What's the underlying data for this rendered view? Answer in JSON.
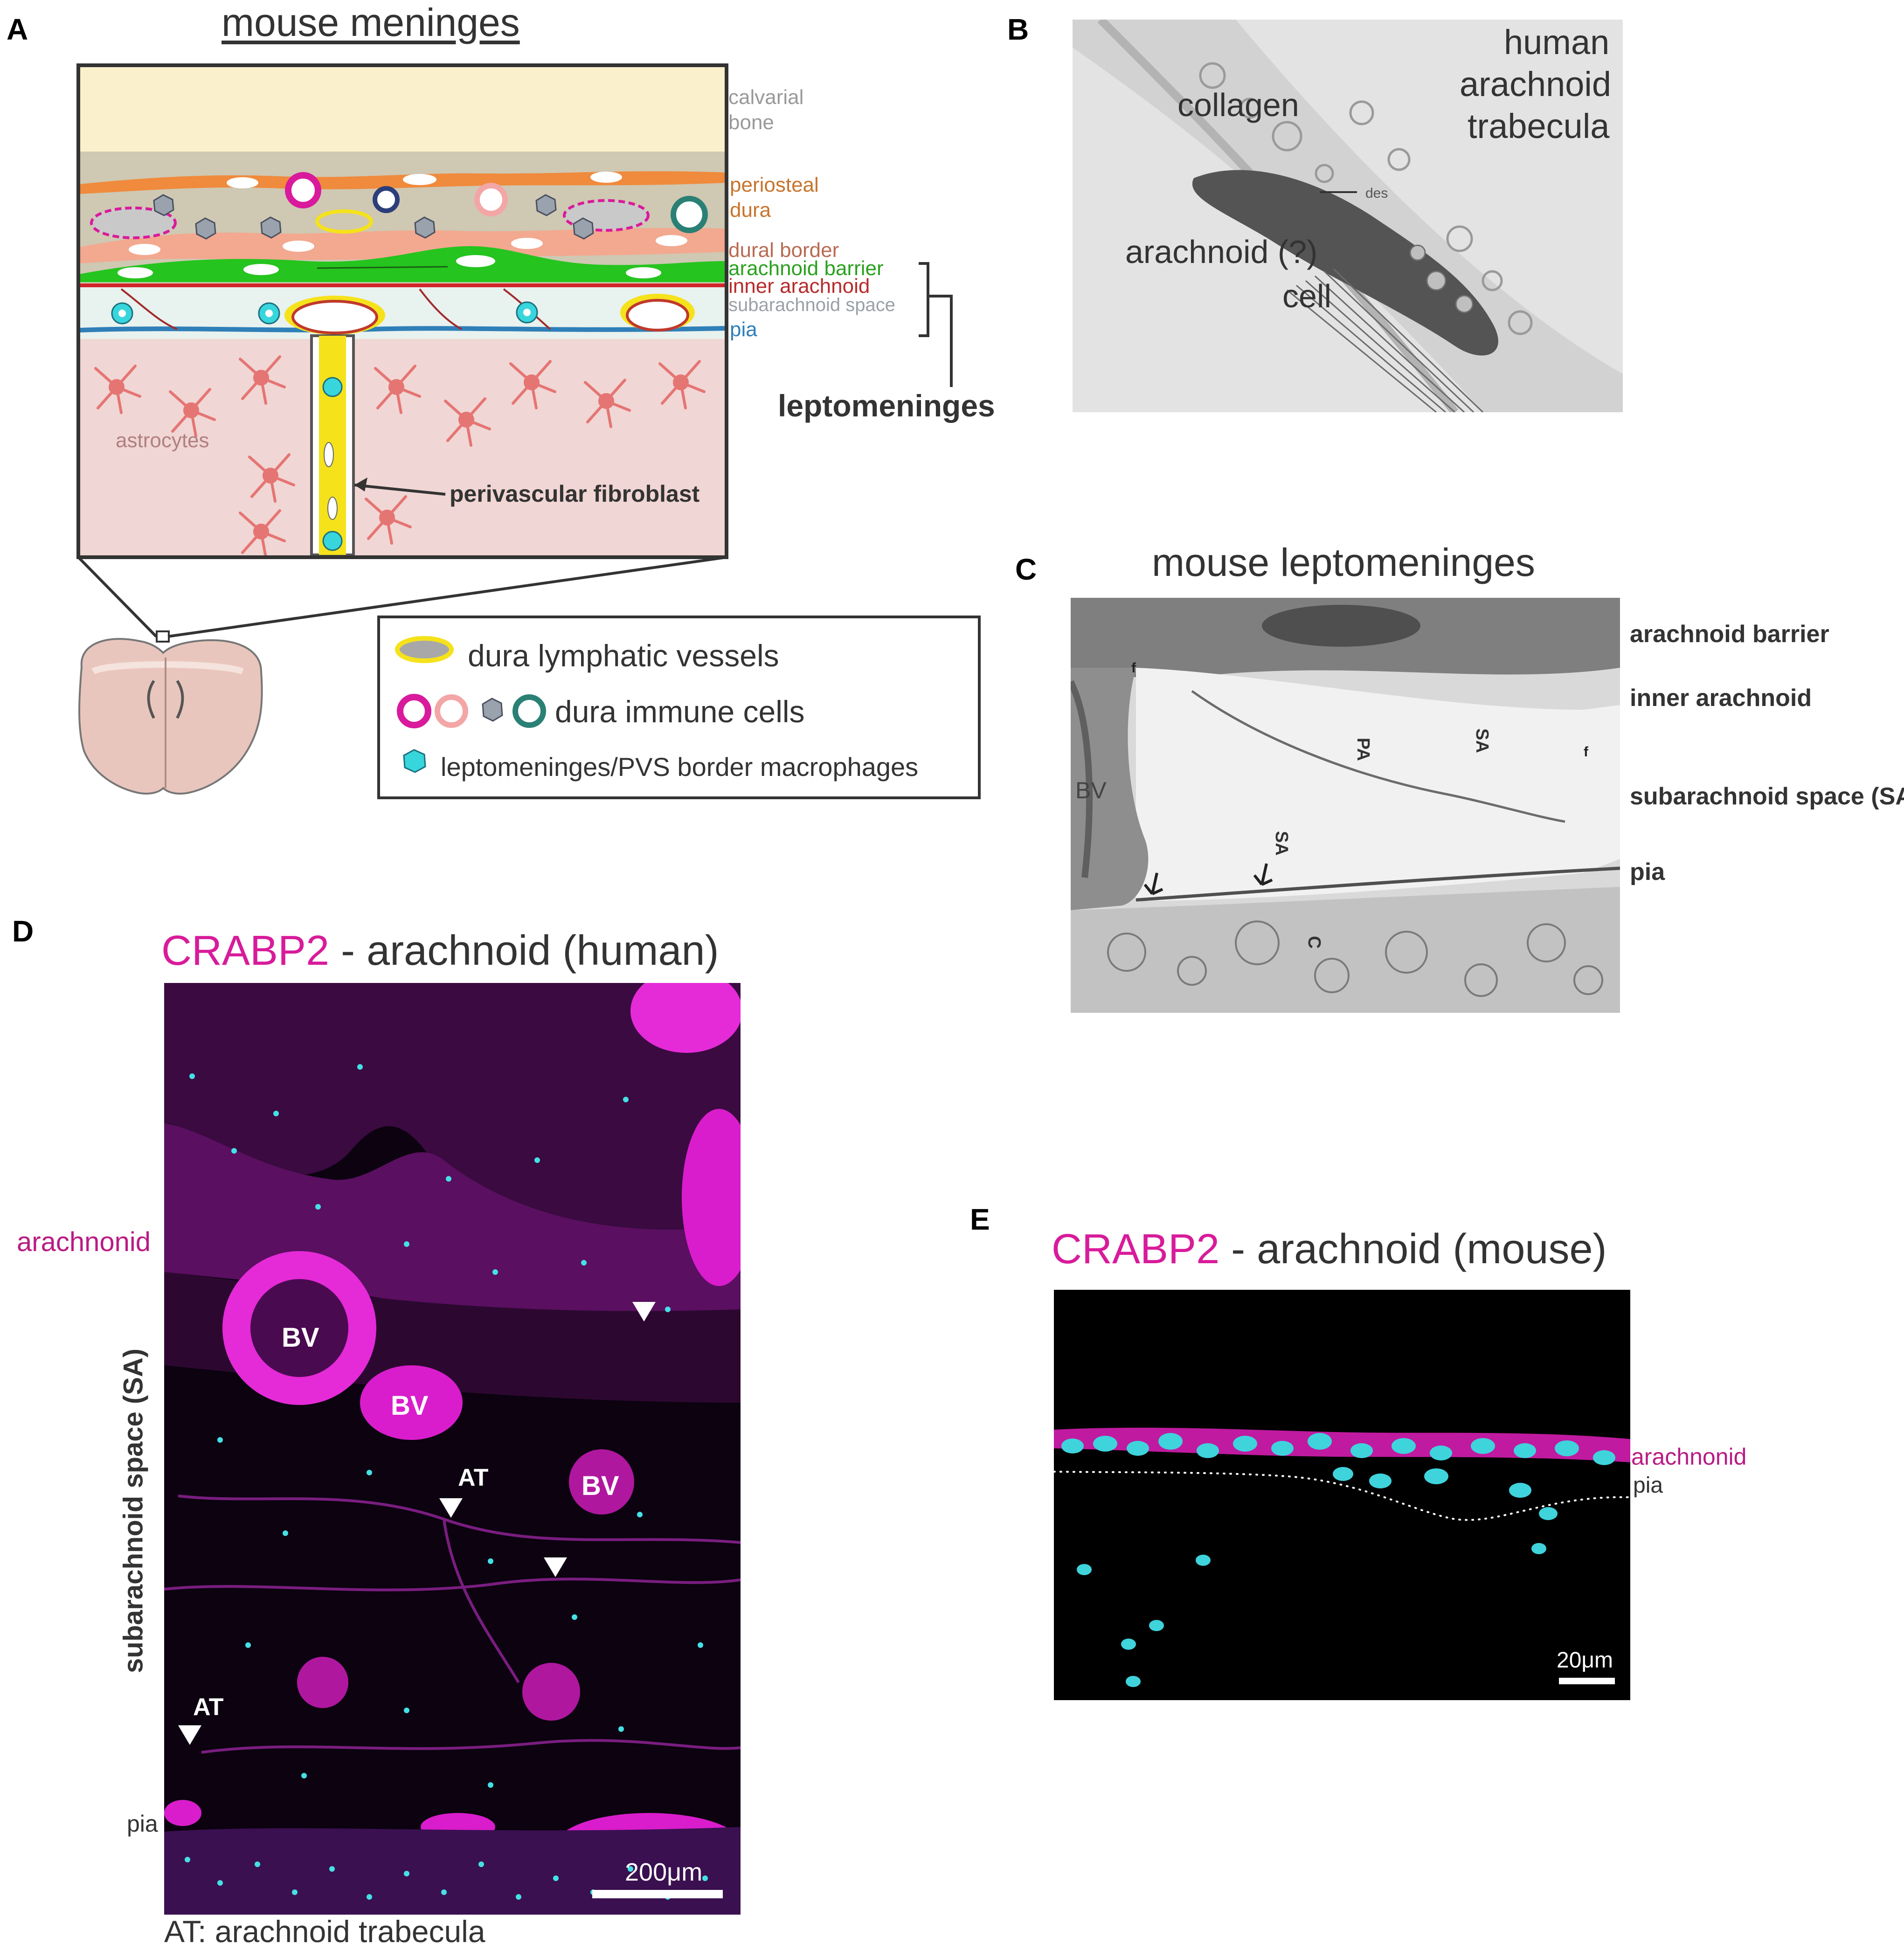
{
  "colors": {
    "magenta": "#d81b9a",
    "cyan": "#37d6dc",
    "green": "#25c41e",
    "orange": "#f08a3c",
    "dura_bg": "#cfc8b2",
    "bone": "#faf1cc",
    "brain": "#f0d6d4",
    "yellow": "#f5e21b"
  },
  "panel_a": {
    "letter": "A",
    "title": "mouse meninges",
    "layers": {
      "calvarial": "calvarial",
      "bone": "bone",
      "periosteal": "periosteal",
      "dura": "dura",
      "dural_border": "dural border",
      "arachnoid_barrier": "arachnoid barrier",
      "inner_arachnoid": "inner arachnoid",
      "subarachnoid_space": "subarachnoid space",
      "pia": "pia"
    },
    "leptomeninges": "leptomeninges",
    "astrocytes": "astrocytes",
    "perivascular_fibroblast": "perivascular fibroblast",
    "legend": {
      "lymphatic": "dura lymphatic vessels",
      "immune": "dura immune cells",
      "macrophages": "leptomeninges/PVS border macrophages"
    }
  },
  "panel_b": {
    "letter": "B",
    "label_human": "human",
    "label_arachnoid": "arachnoid",
    "label_trabecula": "trabecula",
    "collagen": "collagen",
    "cell_line1": "arachnoid (?)",
    "cell_line2": "cell",
    "des": "des"
  },
  "panel_c": {
    "letter": "C",
    "title": "mouse leptomeninges",
    "labels": {
      "arachnoid_barrier": "arachnoid barrier",
      "inner_arachnoid": "inner arachnoid",
      "subarachnoid_space": "subarachnoid space (SA)",
      "pia": "pia"
    },
    "em_labels": {
      "bv": "BV",
      "sa": "SA",
      "pa": "PA",
      "c": "C",
      "f": "f"
    }
  },
  "panel_d": {
    "letter": "D",
    "title_marker": "CRABP2",
    "title_rest": " - arachnoid (human)",
    "side_arachnoid": "arachnonid",
    "side_sa": "subarachnoid space (SA)",
    "side_pia": "pia",
    "bv": "BV",
    "at": "AT",
    "scale": "200μm",
    "footnote": "AT: arachnoid trabecula"
  },
  "panel_e": {
    "letter": "E",
    "title_marker": "CRABP2",
    "title_rest": " - arachnoid (mouse)",
    "side_arachnoid": "arachnonid",
    "side_pia": "pia",
    "scale": "20μm"
  }
}
